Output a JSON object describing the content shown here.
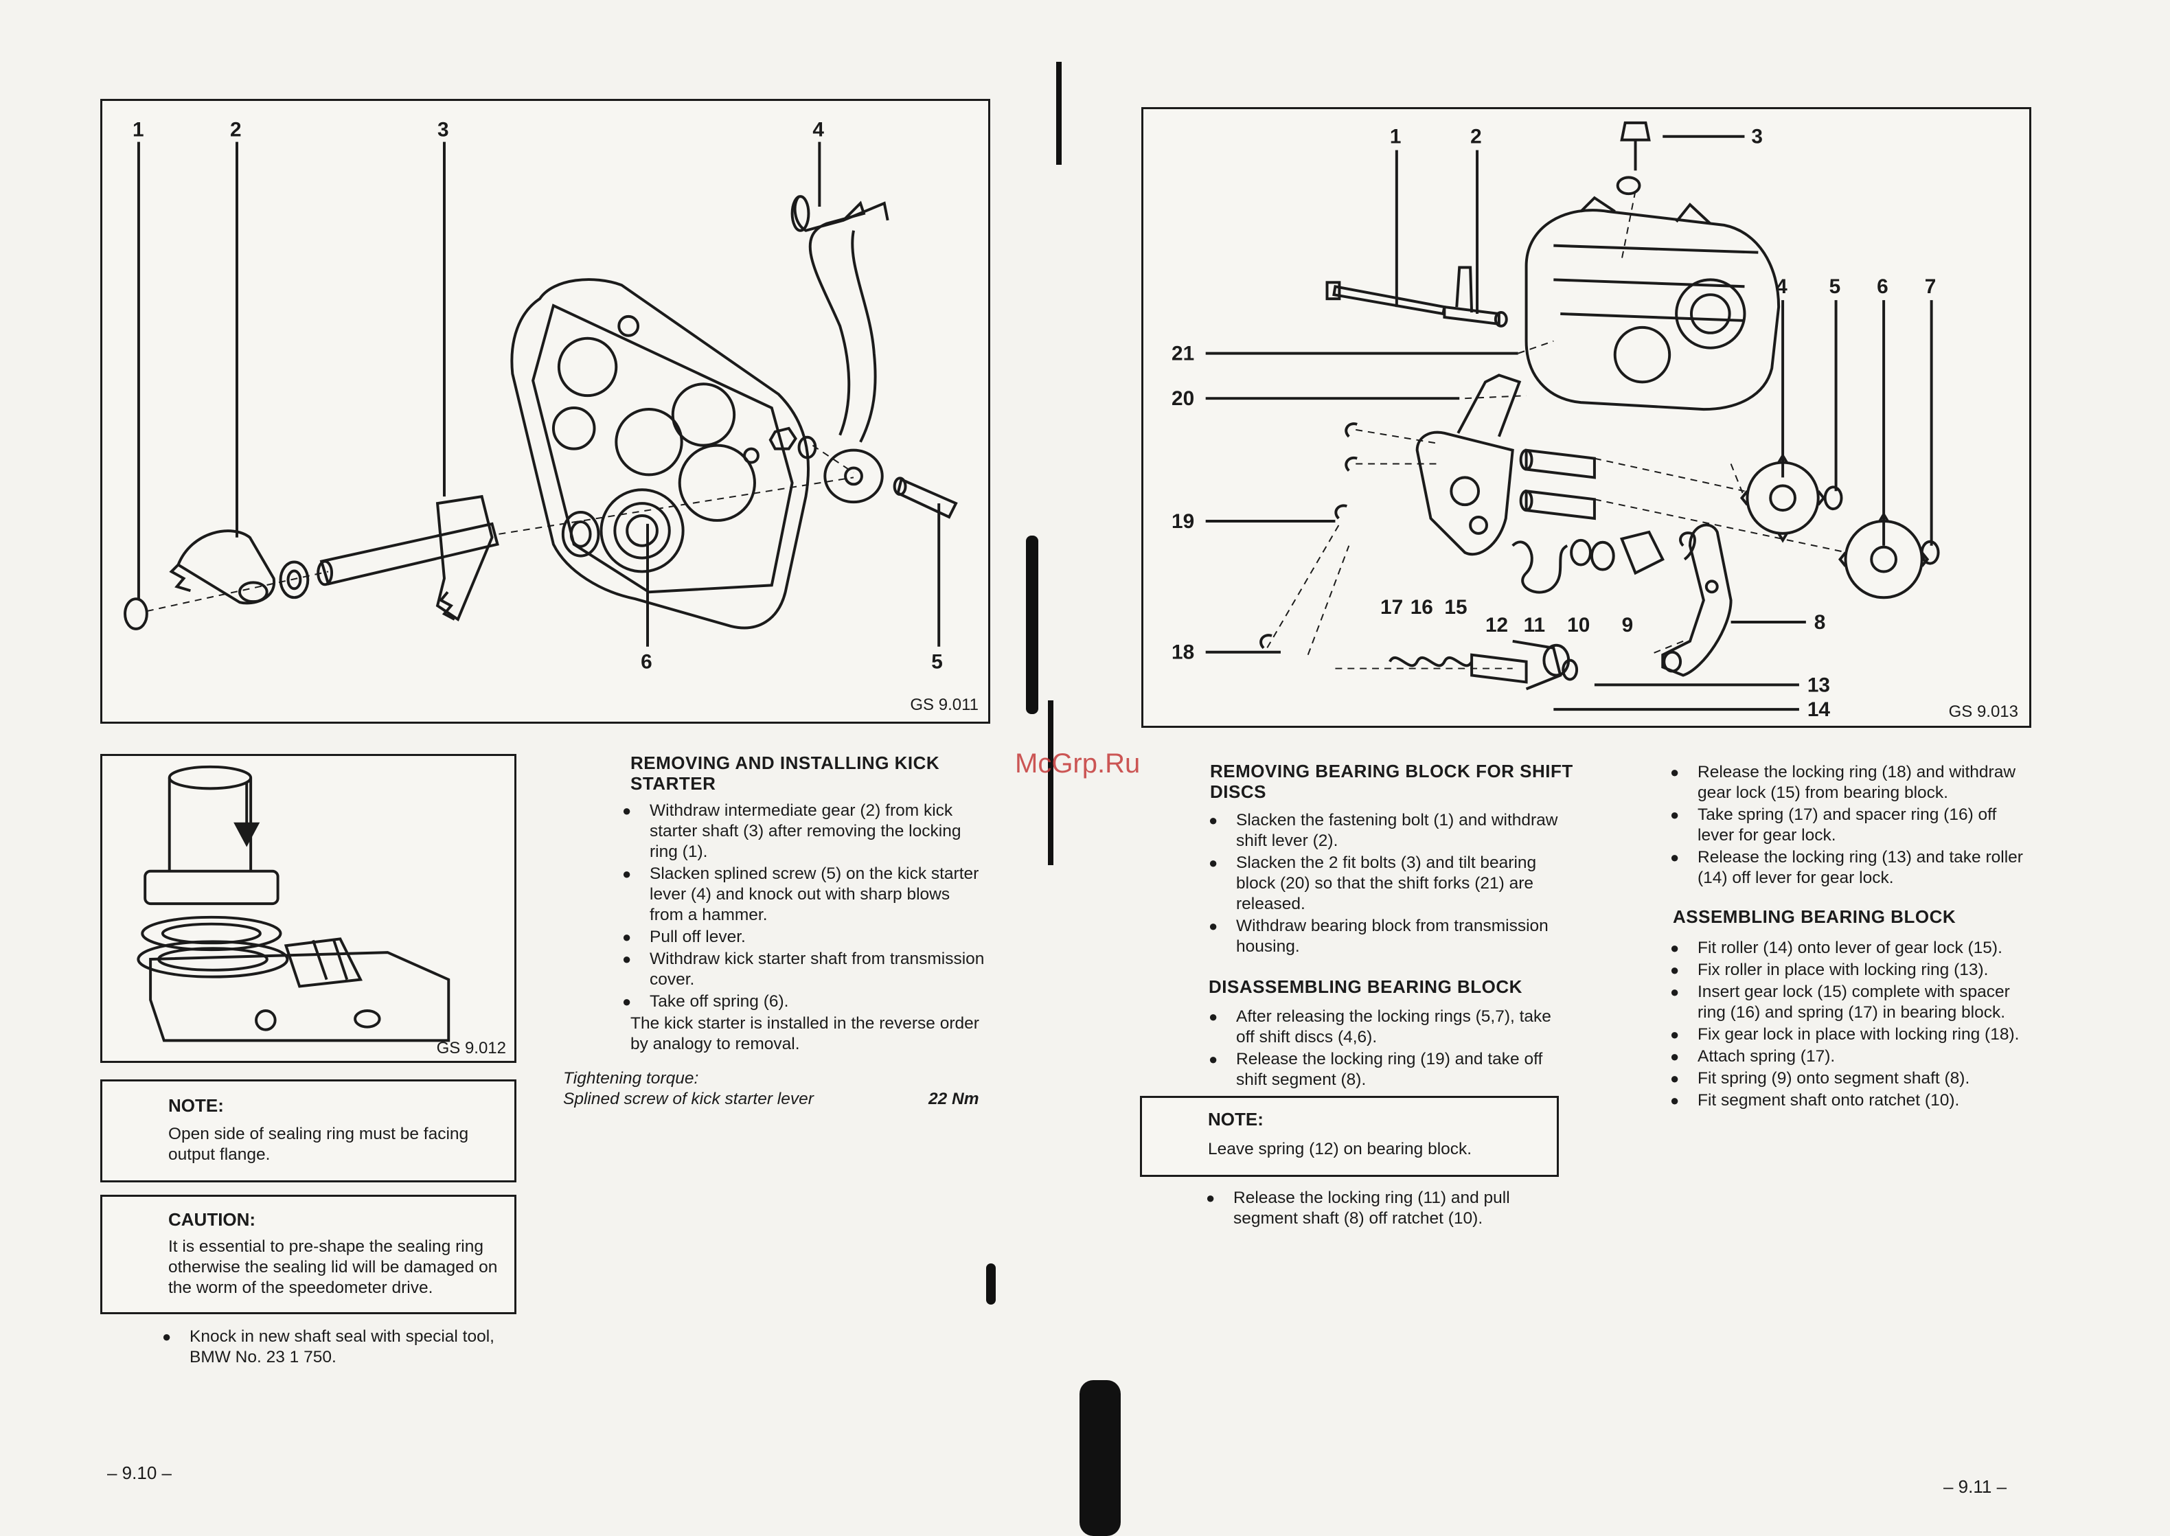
{
  "left_page": {
    "figure1": {
      "code": "GS 9.011",
      "callouts": [
        "1",
        "2",
        "3",
        "4",
        "5",
        "6"
      ]
    },
    "figure2": {
      "code": "GS 9.012"
    },
    "note": {
      "title": "NOTE:",
      "text": "Open side of sealing ring must be facing output flange."
    },
    "caution": {
      "title": "CAUTION:",
      "text": "It is essential to pre-shape the sealing ring otherwise the sealing lid will be damaged on the worm of the speedometer drive."
    },
    "bottom_bullet": "Knock in new shaft seal with special tool, BMW No. 23 1 750.",
    "kick": {
      "heading": "REMOVING AND INSTALLING KICK STARTER",
      "bullets": [
        "Withdraw intermediate gear (2) from kick starter shaft (3) after removing the locking ring (1).",
        "Slacken splined screw (5) on the kick starter lever (4) and knock out with sharp blows from a hammer.",
        "Pull off lever.",
        "Withdraw kick starter shaft from transmission cover.",
        "Take off spring (6)."
      ],
      "para": "The kick starter is installed in the reverse order by analogy to removal.",
      "torque_label": "Tightening torque:",
      "torque_item": "Splined screw of kick starter lever",
      "torque_value": "22 Nm"
    },
    "page_number": "– 9.10 –"
  },
  "right_page": {
    "figure3": {
      "code": "GS 9.013",
      "callouts": [
        "1",
        "2",
        "3",
        "4",
        "5",
        "6",
        "7",
        "8",
        "9",
        "10",
        "11",
        "12",
        "13",
        "14",
        "15",
        "16",
        "17",
        "18",
        "19",
        "20",
        "21"
      ]
    },
    "removing": {
      "heading": "REMOVING BEARING BLOCK FOR SHIFT DISCS",
      "bullets": [
        "Slacken the fastening bolt (1) and withdraw shift lever (2).",
        "Slacken the 2 fit bolts (3) and tilt bearing block (20) so that the shift forks (21) are released.",
        "Withdraw bearing block from transmission housing."
      ]
    },
    "disassembling": {
      "heading": "DISASSEMBLING BEARING BLOCK",
      "bullets": [
        "After releasing the locking rings (5,7), take off shift discs (4,6).",
        "Release the locking ring (19) and take off shift segment (8)."
      ]
    },
    "note": {
      "title": "NOTE:",
      "text": "Leave spring (12) on bearing block."
    },
    "after_note_bullet": "Release the locking ring (11) and pull segment shaft (8) off ratchet (10).",
    "release": {
      "bullets": [
        "Release the locking ring (18) and withdraw gear lock (15) from bearing block.",
        "Take spring (17) and spacer ring (16) off lever for gear lock.",
        "Release the locking ring (13) and take roller (14) off lever for gear lock."
      ]
    },
    "assembling": {
      "heading": "ASSEMBLING BEARING BLOCK",
      "bullets": [
        "Fit roller (14) onto lever of gear lock (15).",
        "Fix roller in place with locking ring (13).",
        "Insert gear lock (15) complete with spacer ring (16) and spring (17) in bearing block.",
        "Fix gear lock in place with locking ring (18).",
        "Attach spring (17).",
        "Fit spring (9) onto segment shaft (8).",
        "Fit segment shaft onto ratchet (10)."
      ]
    },
    "page_number": "– 9.11 –"
  },
  "watermark": "McGrp.Ru"
}
